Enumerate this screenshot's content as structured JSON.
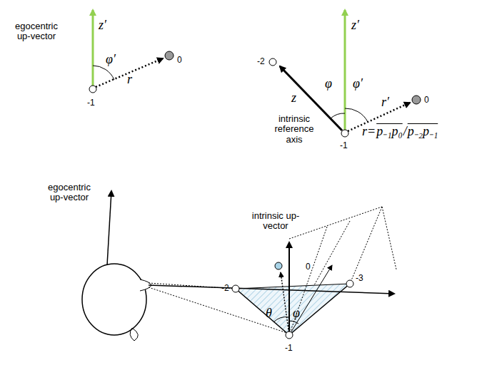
{
  "diagram": {
    "labels": [
      "egocentric up-vector",
      "z′",
      "φ′",
      "r",
      "0",
      "-1",
      "z′",
      "-2",
      "z",
      "φ",
      "φ′",
      "r′",
      "0",
      "intrinsic reference axis",
      "-1",
      "r=",
      "p₋₁p₀",
      "/",
      "p₋₂p₋₁",
      "egocentric up-vector",
      "intrinsic up-vector",
      "0",
      "-2",
      "-3",
      "θ",
      "φ",
      "-1"
    ]
  }
}
